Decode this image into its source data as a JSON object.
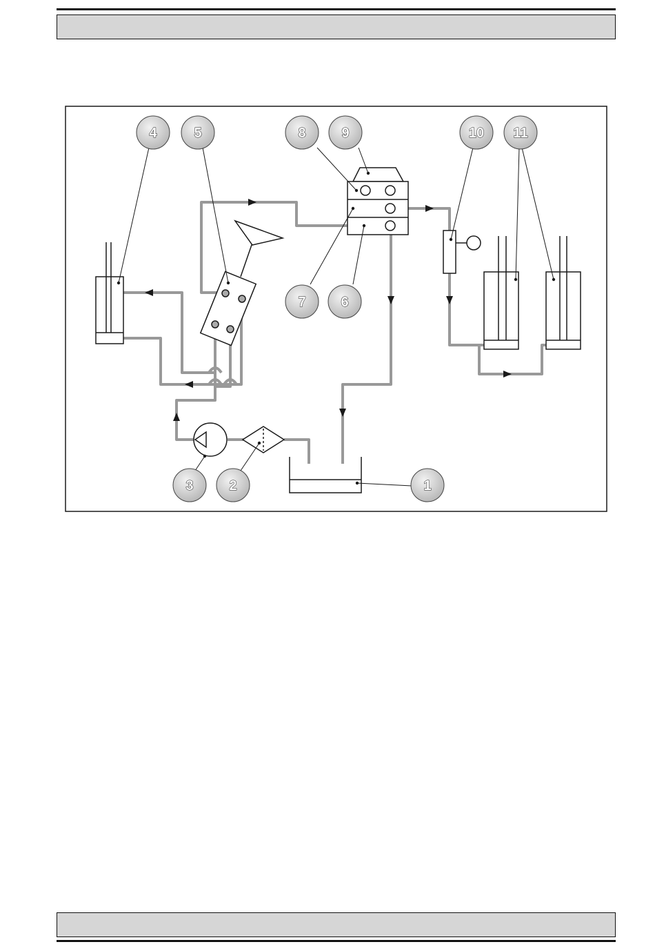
{
  "header": {
    "title": ""
  },
  "footer": {
    "title": ""
  },
  "diagram": {
    "callouts": [
      {
        "id": "c1",
        "label": "1"
      },
      {
        "id": "c2",
        "label": "2"
      },
      {
        "id": "c3",
        "label": "3"
      },
      {
        "id": "c4",
        "label": "4"
      },
      {
        "id": "c5",
        "label": "5"
      },
      {
        "id": "c6",
        "label": "6"
      },
      {
        "id": "c7",
        "label": "7"
      },
      {
        "id": "c8",
        "label": "8"
      },
      {
        "id": "c9",
        "label": "9"
      },
      {
        "id": "c10",
        "label": "10"
      },
      {
        "id": "c11",
        "label": "11"
      }
    ],
    "colors": {
      "line": "#999999",
      "stroke": "#1a1a1a",
      "callout_fill": "#c8c8c8"
    }
  }
}
